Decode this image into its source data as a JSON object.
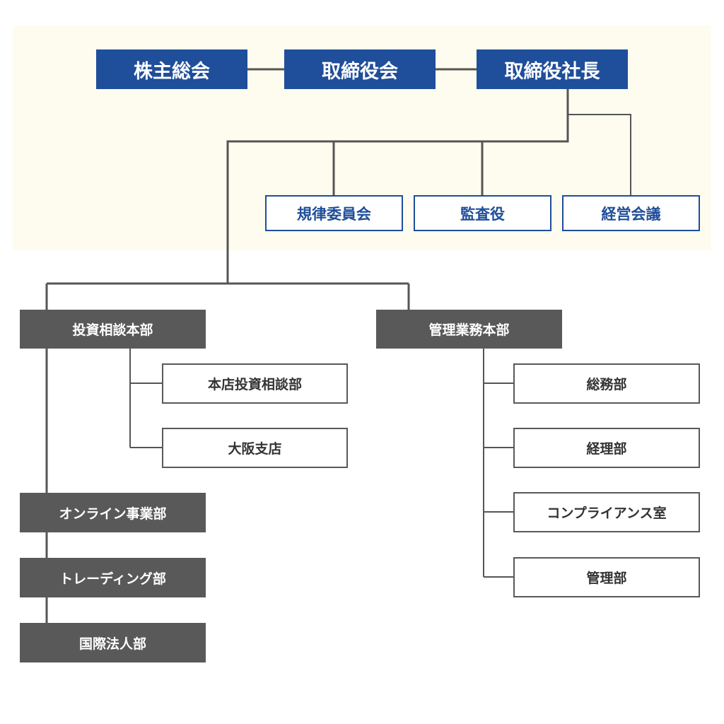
{
  "chart": {
    "executive": {
      "shareholders_meeting": "株主総会",
      "board_of_directors": "取締役会",
      "president": "取締役社長"
    },
    "oversight": {
      "compliance_committee": "規律委員会",
      "auditor": "監査役",
      "management_meeting": "経営会議"
    },
    "investment_hq": {
      "label": "投資相談本部",
      "children": [
        "本店投資相談部",
        "大阪支店"
      ]
    },
    "admin_hq": {
      "label": "管理業務本部",
      "children": [
        "総務部",
        "経理部",
        "コンプライアンス室",
        "管理部"
      ]
    },
    "departments": [
      "オンライン事業部",
      "トレーディング部",
      "国際法人部"
    ]
  },
  "colors": {
    "executive_fill": "#1f4e9a",
    "oversight_border": "#1f4e9a",
    "division_fill": "#595959",
    "department_border": "#595959",
    "connector": "#555555",
    "top_panel_background": "#fefcef"
  }
}
